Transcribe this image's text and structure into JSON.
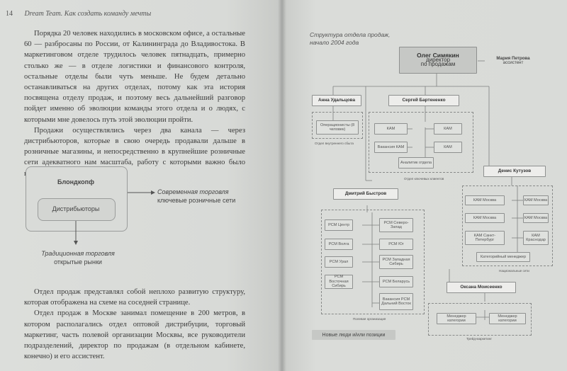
{
  "header": {
    "page_number": "14",
    "running_title": "Dream Team. Как создать команду мечты"
  },
  "left_text": {
    "p1": [
      "Порядка 20 человек находились в московском офисе, а остальные 60 — разбросаны по России, от Калининграда до Владивостока. В маркетинговом отделе трудилось человек пятнадцать, примерно столько же — в отделе логистики и финансового контроля, остальные отделы были чуть меньше. Не будем детально останавливаться на других отделах, потому как эта история посвящена отделу продаж, и поэтому весь дальнейший разговор пойдет именно об эволюции команды этого отдела и о людях, с которыми мне довелось путь этой эволюции пройти.",
      "Продажи осуществлялись через два канала — через дистрибьюторов, которые в свою очередь продавали дальше в розничные магазины, и непосредственно в крупнейшие розничные сети адекватного нам масштаба, работу с которыми важно было вести напрямую."
    ],
    "p2": [
      "Отдел продаж представлял собой неплохо развитую структуру, которая отображена на схеме на соседней странице.",
      "Отдел продаж в Москве занимал помещение в 200 метров, в котором располагались отдел оптовой дистрибуции, торговый маркетинг, часть полевой организации Москвы, все руководители подразделений, директор по продажам (в отдельном кабинете, конечно) и его ассистент."
    ]
  },
  "left_diagram": {
    "outer_label": "Блондкопф",
    "inner_label": "Дистрибьюторы",
    "right_line1": "Современная торговля",
    "right_line2": "ключевые розничные сети",
    "bottom_line1": "Традиционная торговля",
    "bottom_line2": "открытые рынки"
  },
  "org_chart": {
    "title_line1": "Структура отдела продаж,",
    "title_line2": "начало 2004 года",
    "director_name": "Олег Симякин",
    "director_role_line1": "директор",
    "director_role_line2": "по продажам",
    "assistant_name": "Мария Петрова",
    "assistant_role": "ассистент",
    "udaltsova": "Анна Удальцова",
    "udaltsova_box": "Операционисты (8 человек)",
    "udaltsova_caption": "Отдел внутреннего сбыта",
    "bartenenko": "Сергей Бартененко",
    "kam1": "КАМ",
    "kam2": "КАМ",
    "vacancy_kam": "Вакансия КАМ",
    "kam3": "КАМ",
    "analytics": "Аналитик отдела",
    "key_clients_caption": "Отдел ключевых клиентов",
    "kutuzov": "Денис Кутузов",
    "kam_msk1": "КАМ Москва",
    "kam_msk2": "КАМ Москва",
    "kam_msk3": "КАМ Москва",
    "kam_msk4": "КАМ Москва",
    "kam_spb": "КАМ Санкт-Петербург",
    "kam_krasnodar": "КАМ Краснодар",
    "category_manager": "Категорийный менеджер",
    "national_caption": "Национальные сети",
    "bystrov": "Дмитрий Быстров",
    "rsm_center": "РСМ Центр",
    "rsm_nw": "РСМ Северо-Запад",
    "rsm_volga": "РСМ Волга",
    "rsm_south": "РСМ Юг",
    "rsm_ural": "РСМ Урал",
    "rsm_wsib": "РСМ Западная Сибирь",
    "rsm_esib": "РСМ Восточная Сибирь",
    "rsm_belarus": "РСМ Беларусь",
    "rsm_fareast": "Вакансия РСМ Дальний Восток",
    "field_caption": "Полевая организация",
    "moiseenko": "Оксана Моисеенко",
    "cat_mgr1": "Менеджер категории",
    "cat_mgr2": "Менеджер категории",
    "trade_marketing_caption": "Трейд-маркетинг",
    "legend": "Новые люди и/или позиции"
  }
}
